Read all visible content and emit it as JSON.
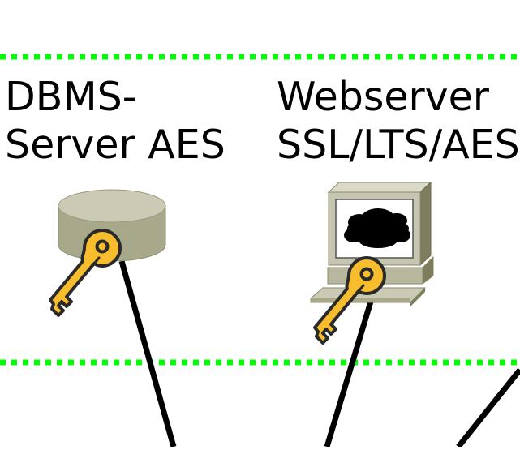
{
  "diagram": {
    "nodes": [
      {
        "id": "dbms",
        "label_lines": [
          "DBMS-",
          "Server AES"
        ],
        "icon": "database-cylinder-icon"
      },
      {
        "id": "webserver",
        "label_lines": [
          "Webserver",
          "SSL/LTS/AES"
        ],
        "icon": "computer-terminal-icon"
      }
    ],
    "badges": [
      {
        "node": "dbms",
        "icon": "key-icon"
      },
      {
        "node": "webserver",
        "icon": "key-icon"
      }
    ],
    "boundaries": [
      {
        "style": "dotted",
        "color": "#00ff00"
      },
      {
        "style": "dotted",
        "color": "#00ff00"
      }
    ],
    "connector_color": "#000000",
    "colors": {
      "database_top": "#cbcbb5",
      "database_body": "#a8a88a",
      "computer_body": "#c7c7b1",
      "computer_shade": "#7e7e5e",
      "key_fill": "#f7bd2d",
      "key_outline": "#2a2a2a"
    }
  }
}
